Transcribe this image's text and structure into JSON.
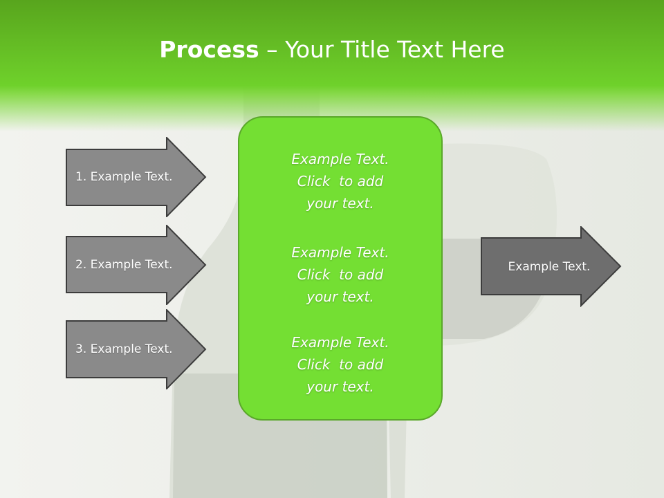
{
  "slide": {
    "title_bold": "Process",
    "title_rest": " – Your Title Text Here"
  },
  "left_arrows": [
    {
      "label": "1. Example Text."
    },
    {
      "label": "2. Example Text."
    },
    {
      "label": "3. Example Text."
    }
  ],
  "center_box": {
    "items": [
      {
        "line1": "Example Text.",
        "line2": "Click  to add",
        "line3": "your text."
      },
      {
        "line1": "Example Text.",
        "line2": "Click  to add",
        "line3": "your text."
      },
      {
        "line1": "Example Text.",
        "line2": "Click  to add",
        "line3": "your text."
      }
    ]
  },
  "right_arrow": {
    "label": "Example Text."
  },
  "colors": {
    "header_green": "#6fd12b",
    "box_green": "#74df33",
    "arrow_gray": "#8a8a8a",
    "arrow_dark_gray": "#6e6e6e"
  }
}
